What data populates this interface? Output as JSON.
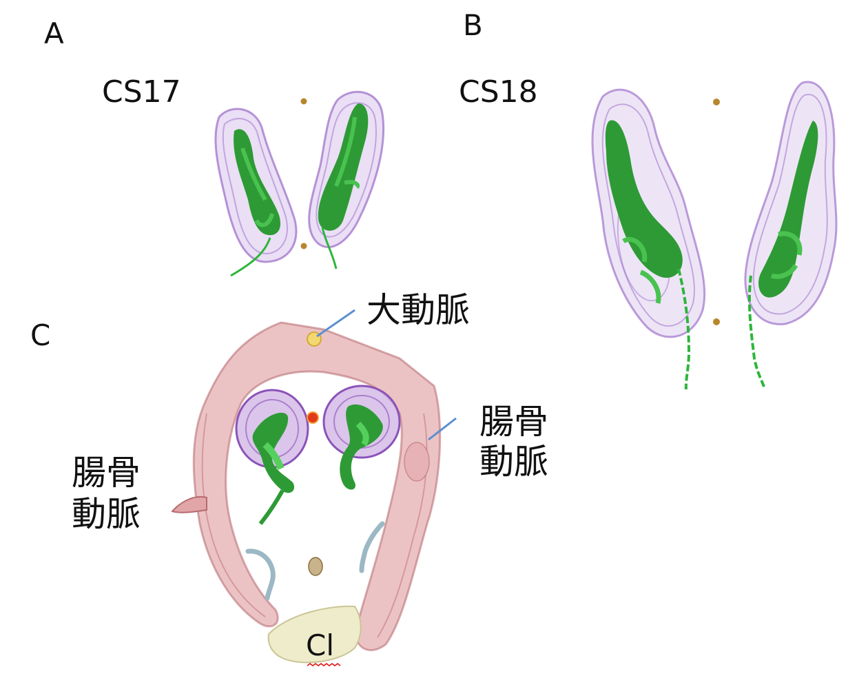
{
  "panels": {
    "a": "A",
    "b": "B",
    "c": "C"
  },
  "stages": {
    "a": "CS17",
    "b": "CS18"
  },
  "labels": {
    "aorta": "大動脈",
    "iliac_right_line1": "腸骨",
    "iliac_right_line2": "動脈",
    "iliac_left_line1": "腸骨",
    "iliac_left_line2": "動脈",
    "cloaca": "Cl"
  },
  "colors": {
    "gonad_purple": "#9a6ac8",
    "duct_green": "#2db53a",
    "artery_pink": "#e2a5a8",
    "leader_blue": "#5b8fcf",
    "aorta_dot": "#f3d770",
    "marker_red": "#e03a1a",
    "marker_brown": "#b8862c",
    "cloaca_cream": "#e9e6c0"
  }
}
